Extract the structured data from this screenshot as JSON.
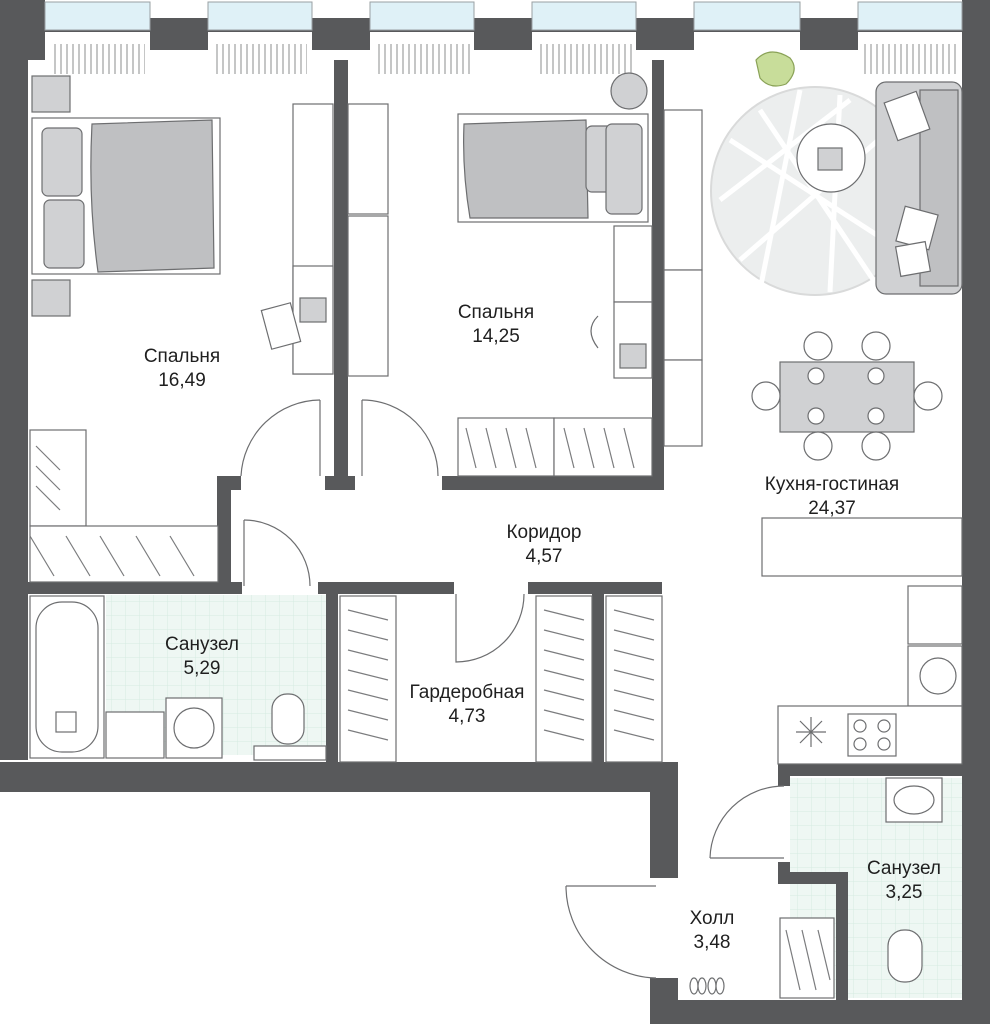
{
  "rooms": [
    {
      "id": "bedroom1",
      "name": "Спальня",
      "area": "16,49"
    },
    {
      "id": "bedroom2",
      "name": "Спальня",
      "area": "14,25"
    },
    {
      "id": "kitchen_living",
      "name": "Кухня-гостиная",
      "area": "24,37"
    },
    {
      "id": "corridor",
      "name": "Коридор",
      "area": "4,57"
    },
    {
      "id": "bathroom1",
      "name": "Санузел",
      "area": "5,29"
    },
    {
      "id": "wardrobe",
      "name": "Гардеробная",
      "area": "4,73"
    },
    {
      "id": "bathroom2",
      "name": "Санузел",
      "area": "3,25"
    },
    {
      "id": "hall",
      "name": "Холл",
      "area": "3,48"
    }
  ],
  "colors": {
    "wall": "#58595b",
    "furniture_fill": "#d0d1d3",
    "line": "#6d6e70",
    "tile": "#e9f4ef",
    "window": "#dff1f7"
  }
}
